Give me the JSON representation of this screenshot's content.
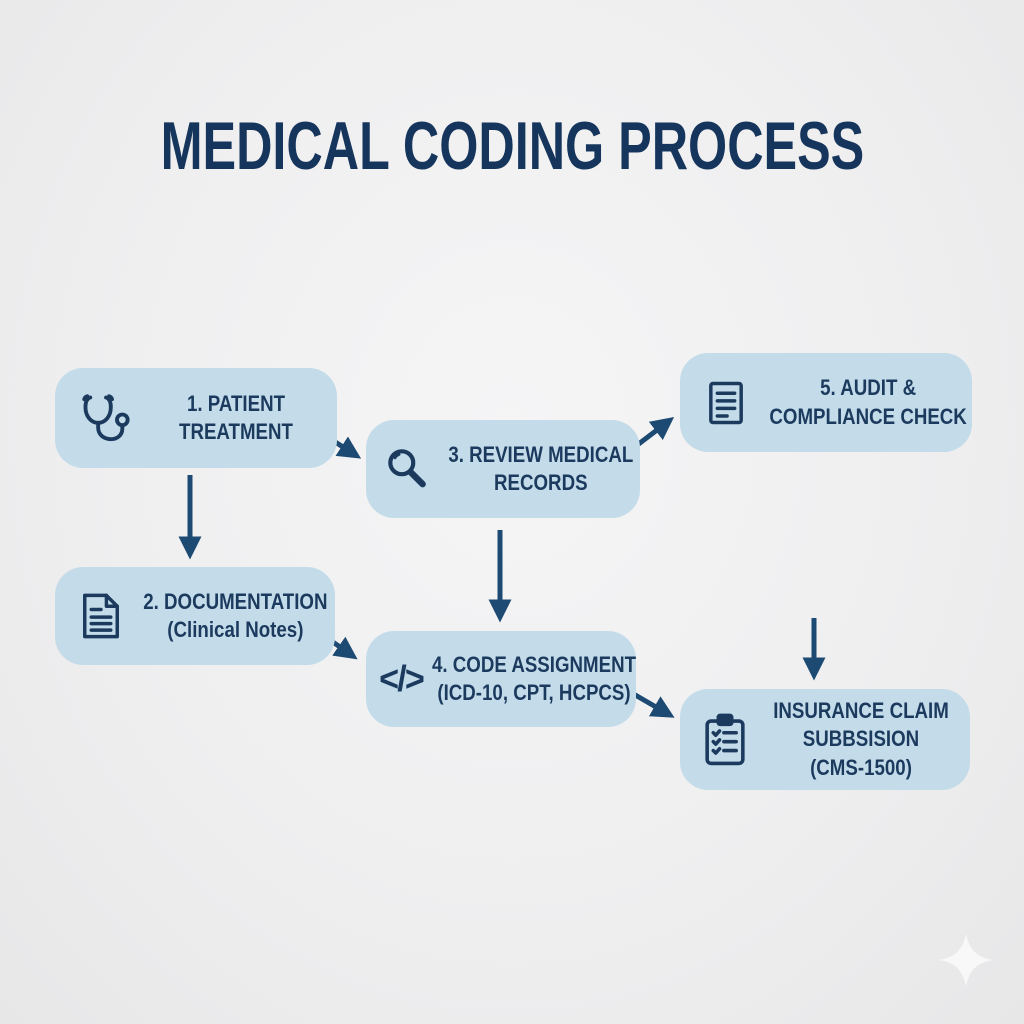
{
  "title": "MEDICAL CODING PROCESS",
  "nodes": [
    {
      "id": "patient-treatment",
      "icon": "stethoscope-icon",
      "lines": [
        "1. PATIENT",
        "TREATMENT"
      ]
    },
    {
      "id": "documentation",
      "icon": "document-icon",
      "lines": [
        "2. DOCUMENTATION",
        "(Clinical Notes)"
      ]
    },
    {
      "id": "review-medical-records",
      "icon": "magnifier-icon",
      "lines": [
        "3. REVIEW MEDICAL",
        "RECORDS"
      ]
    },
    {
      "id": "code-assignment",
      "icon": "code-icon",
      "icon_glyph": "</>",
      "lines": [
        "4. CODE ASSIGNMENT",
        "(ICD-10, CPT, HCPCS)"
      ]
    },
    {
      "id": "audit-compliance-check",
      "icon": "report-icon",
      "lines": [
        "5. AUDIT &",
        "COMPLIANCE CHECK"
      ]
    },
    {
      "id": "insurance-claim-submission",
      "icon": "clipboard-icon",
      "lines": [
        "INSURANCE CLAIM",
        "SUBBSISION",
        "(CMS-1500)"
      ]
    }
  ],
  "edges": [
    {
      "from": "patient-treatment",
      "to": "documentation"
    },
    {
      "from": "patient-treatment",
      "to": "review-medical-records"
    },
    {
      "from": "review-medical-records",
      "to": "audit-compliance-check"
    },
    {
      "from": "review-medical-records",
      "to": "code-assignment"
    },
    {
      "from": "documentation",
      "to": "code-assignment"
    },
    {
      "from": "code-assignment",
      "to": "insurance-claim-submission"
    },
    {
      "from": "audit-compliance-check",
      "to": "insurance-claim-submission"
    }
  ],
  "colors": {
    "background": "#efeff0",
    "node_fill": "#c4dcea",
    "text": "#1b3a5e",
    "title": "#16355c",
    "arrow": "#1d4a72",
    "sparkle": "#fbfbfb"
  }
}
